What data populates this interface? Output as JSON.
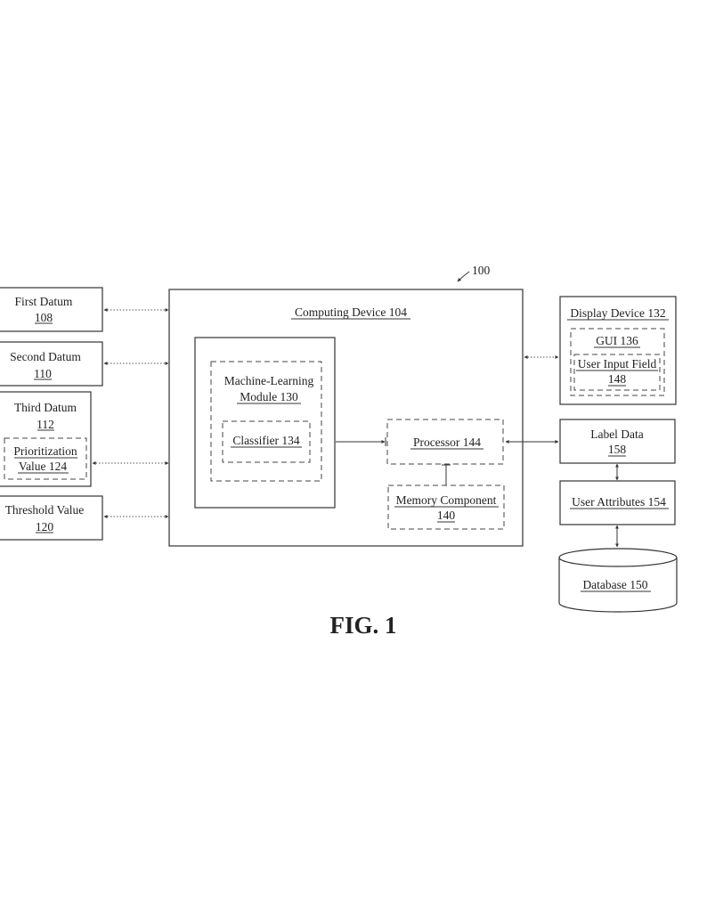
{
  "figure": {
    "ref_number": "100",
    "caption": "FIG. 1"
  },
  "inputs": {
    "first_datum": {
      "name": "First Datum",
      "num": "108"
    },
    "second_datum": {
      "name": "Second Datum",
      "num": "110"
    },
    "third_datum": {
      "name": "Third Datum",
      "num": "112"
    },
    "prioritization": {
      "line1": "Prioritization",
      "line2": "Value 124"
    },
    "threshold": {
      "name": "Threshold Value",
      "num": "120"
    }
  },
  "computing_device": {
    "title": "Computing Device 104",
    "ml_module": {
      "line1": "Machine-Learning",
      "line2": "Module 130"
    },
    "classifier": "Classifier 134",
    "processor": "Processor 144",
    "memory": {
      "line1": "Memory Component",
      "line2": "140"
    }
  },
  "display_device": {
    "title": "Display Device 132",
    "gui": "GUI 136",
    "input_field": {
      "line1": "User Input Field",
      "line2": "148"
    }
  },
  "label_data": {
    "line1": "Label Data",
    "line2": "158"
  },
  "user_attributes": "User Attributes 154",
  "database": "Database 150"
}
